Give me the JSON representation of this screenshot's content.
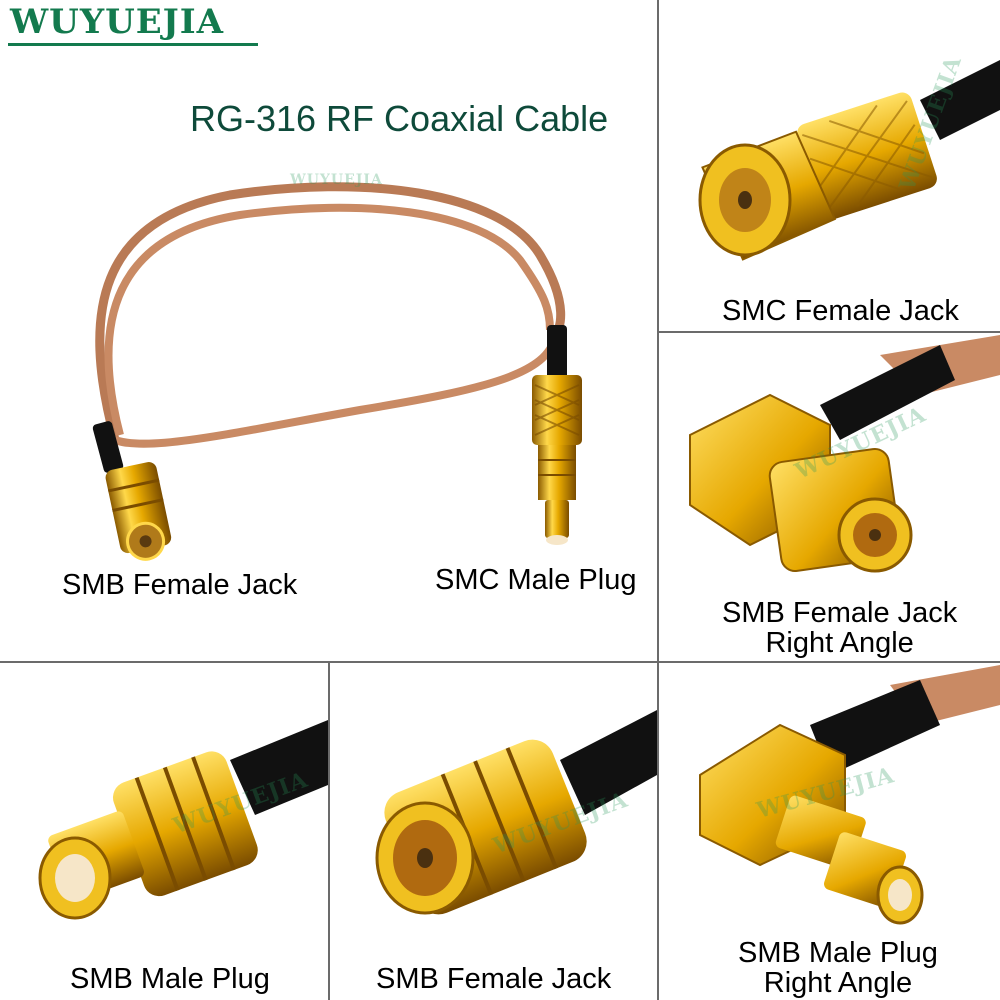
{
  "brand": "WUYUEJIA",
  "headline": "RG-316 RF Coaxial Cable",
  "watermark": "WUYUEJIA",
  "labels": {
    "main_left": "SMB Female Jack",
    "main_right": "SMC Male Plug",
    "smc_female": "SMC Female Jack",
    "smb_female_ra_1": "SMB Female Jack",
    "smb_female_ra_2": "Right Angle",
    "smb_male": "SMB Male Plug",
    "smb_female": "SMB Female Jack",
    "smb_male_ra_1": "SMB Male Plug",
    "smb_male_ra_2": "Right Angle"
  },
  "colors": {
    "brand": "#137a4e",
    "gold": "#e6b400",
    "cable_copper": "#c98a64",
    "cable_black": "#111111"
  }
}
